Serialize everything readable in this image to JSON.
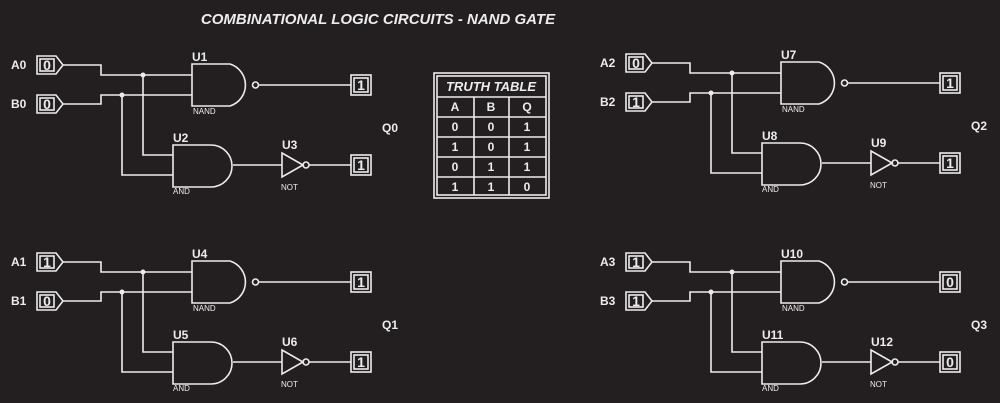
{
  "title": "COMBINATIONAL LOGIC CIRCUITS - NAND GATE",
  "truth_table": {
    "title": "TRUTH TABLE",
    "headers": [
      "A",
      "B",
      "Q"
    ],
    "rows": [
      [
        "0",
        "0",
        "1"
      ],
      [
        "1",
        "0",
        "1"
      ],
      [
        "0",
        "1",
        "1"
      ],
      [
        "1",
        "1",
        "0"
      ]
    ]
  },
  "circuits": [
    {
      "a_label": "A0",
      "b_label": "B0",
      "a_val": "0",
      "b_val": "0",
      "nand": "U1",
      "and": "U2",
      "not": "U3",
      "nand_type": "NAND",
      "and_type": "AND",
      "not_type": "NOT",
      "out1": "1",
      "out2": "1",
      "q_label": "Q0"
    },
    {
      "a_label": "A1",
      "b_label": "B1",
      "a_val": "1",
      "b_val": "0",
      "nand": "U4",
      "and": "U5",
      "not": "U6",
      "nand_type": "NAND",
      "and_type": "AND",
      "not_type": "NOT",
      "out1": "1",
      "out2": "1",
      "q_label": "Q1"
    },
    {
      "a_label": "A2",
      "b_label": "B2",
      "a_val": "0",
      "b_val": "1",
      "nand": "U7",
      "and": "U8",
      "not": "U9",
      "nand_type": "NAND",
      "and_type": "AND",
      "not_type": "NOT",
      "out1": "1",
      "out2": "1",
      "q_label": "Q2"
    },
    {
      "a_label": "A3",
      "b_label": "B3",
      "a_val": "1",
      "b_val": "1",
      "nand": "U10",
      "and": "U11",
      "not": "U12",
      "nand_type": "NAND",
      "and_type": "AND",
      "not_type": "NOT",
      "out1": "0",
      "out2": "0",
      "q_label": "Q3"
    }
  ],
  "colors": {
    "background": "#231f20",
    "foreground": "#ececec"
  }
}
